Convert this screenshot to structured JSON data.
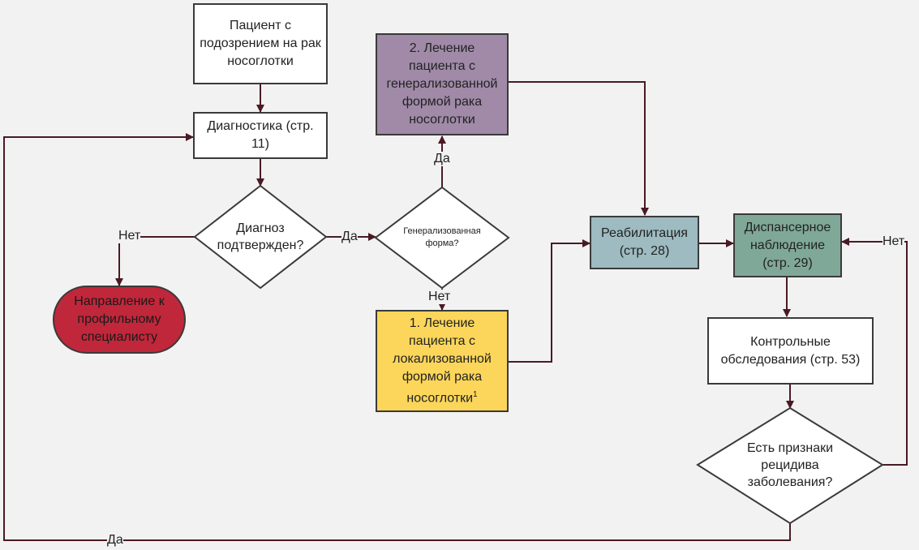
{
  "nodes": {
    "suspect": "Пациент с подозрением на рак носоглотки",
    "diagnostics": "Диагностика (стр. 11)",
    "diag_confirmed": "Диагноз подтвержден?",
    "referral": "Направление к профильному специалисту",
    "generalized_q": "Генерализованная форма?",
    "treat_generalized": "2. Лечение пациента с генерализованной формой рака носоглотки",
    "treat_local": "1. Лечение пациента с локализованной формой рака носоглотки",
    "treat_local_sup": "1",
    "rehab": "Реабилитация (стр. 28)",
    "dispensary": "Диспансерное наблюдение (стр. 29)",
    "control": "Контрольные обследования (стр. 53)",
    "relapse_q": "Есть признаки рецидива заболевания?"
  },
  "edge_labels": {
    "no_left": "Нет",
    "yes_right": "Да",
    "yes_up": "Да",
    "no_down": "Нет",
    "no_relapse": "Нет",
    "yes_relapse": "Да"
  },
  "colors": {
    "referral": "#c0273a",
    "treat_generalized": "#a08aa8",
    "treat_local": "#fbd65a",
    "rehab": "#9dbbc0",
    "dispensary": "#7fa898",
    "wire": "#4a1a24"
  }
}
